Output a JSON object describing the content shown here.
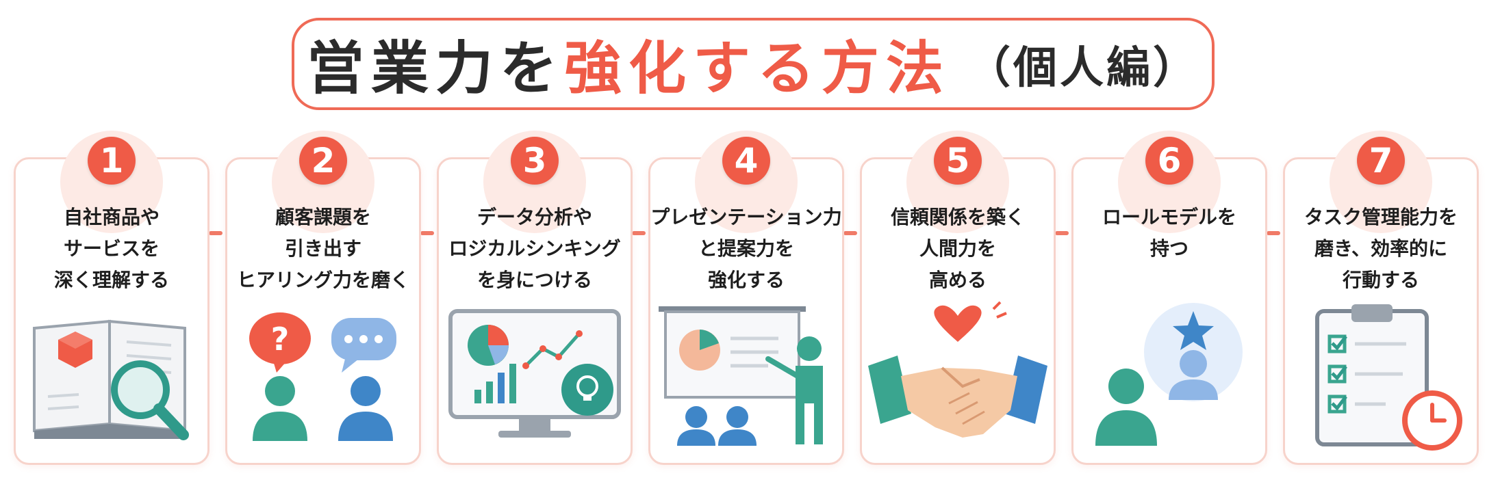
{
  "title": {
    "part1": "営業力を",
    "part2": "強化する方法",
    "part3": "（個人編）"
  },
  "colors": {
    "accent": "#ef5b47",
    "teal": "#3aa58f",
    "blue": "#3f86c8"
  },
  "steps": [
    {
      "number": "1",
      "label": "自社商品や\nサービスを\n深く理解する",
      "icon": "book-magnifier-icon"
    },
    {
      "number": "2",
      "label": "顧客課題を\n引き出す\nヒアリング力を磨く",
      "icon": "conversation-icon"
    },
    {
      "number": "3",
      "label": "データ分析や\nロジカルシンキング\nを身につける",
      "icon": "data-analysis-monitor-icon"
    },
    {
      "number": "4",
      "label": "プレゼンテーション力\nと提案力を\n強化する",
      "icon": "presentation-icon"
    },
    {
      "number": "5",
      "label": "信頼関係を築く\n人間力を\n高める",
      "icon": "handshake-icon"
    },
    {
      "number": "6",
      "label": "ロールモデルを\n持つ",
      "icon": "role-model-icon"
    },
    {
      "number": "7",
      "label": "タスク管理能力を\n磨き、効率的に\n行動する",
      "icon": "task-clipboard-icon"
    }
  ]
}
